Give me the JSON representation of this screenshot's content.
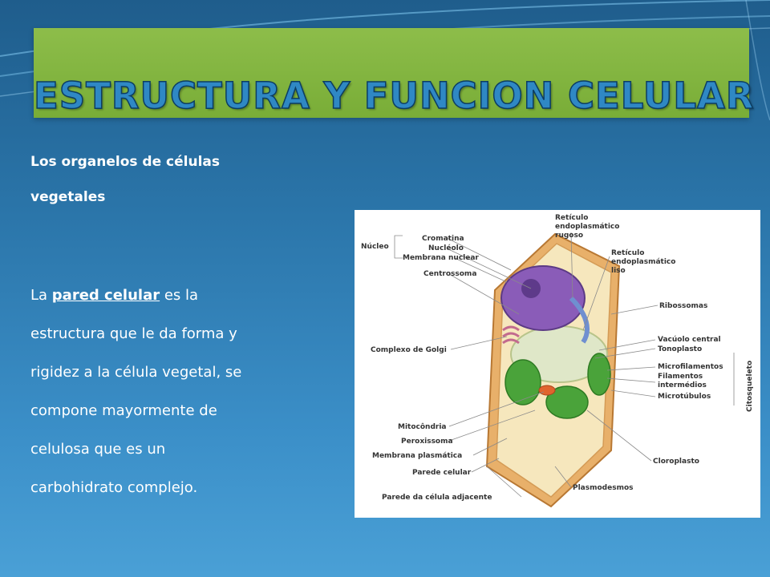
{
  "slide": {
    "title": "ESTRUCTURA Y FUNCION CELULAR",
    "heading_line1": "Los organelos de células",
    "heading_line2": "vegetales",
    "body_prefix": "La ",
    "body_link": "pared celular",
    "body_line1_suffix": " es la",
    "body_line2": "estructura que le da forma y",
    "body_line3": "rigidez a la célula vegetal, se",
    "body_line4": "compone mayormente de",
    "body_line5": "celulosa que es un",
    "body_line6": "carbohidrato complejo."
  },
  "figure": {
    "labels": {
      "nucleo": "Núcleo",
      "cromatina": "Cromatina",
      "nucleolo": "Nucléolo",
      "membrana_nuclear": "Membrana nuclear",
      "centrossoma": "Centrossoma",
      "ret_rugoso_1": "Retículo",
      "ret_rugoso_2": "endoplasmático",
      "ret_rugoso_3": "rugoso",
      "ret_liso_1": "Retículo",
      "ret_liso_2": "endoplasmático",
      "ret_liso_3": "liso",
      "ribossomas": "Ribossomas",
      "vacuolo": "Vacúolo central",
      "tonoplasto": "Tonoplasto",
      "golgi": "Complexo de Golgi",
      "microfilamentos": "Microfilamentos",
      "filamentos_1": "Filamentos",
      "filamentos_2": "intermédios",
      "microtubulos": "Microtúbulos",
      "citoesqueleto": "Citosqueleto",
      "mitocondria": "Mitocôndria",
      "peroxissoma": "Peroxissoma",
      "membrana_plasmatica": "Membrana plasmática",
      "parede_celular": "Parede celular",
      "cloroplasto": "Cloroplasto",
      "plasmodesmos": "Plasmodesmos",
      "parede_adjacente": "Parede da célula adjacente"
    }
  },
  "colors": {
    "background": "#2a74a8",
    "title_band": "#7fb33d",
    "title_text": "#2f88c4"
  }
}
